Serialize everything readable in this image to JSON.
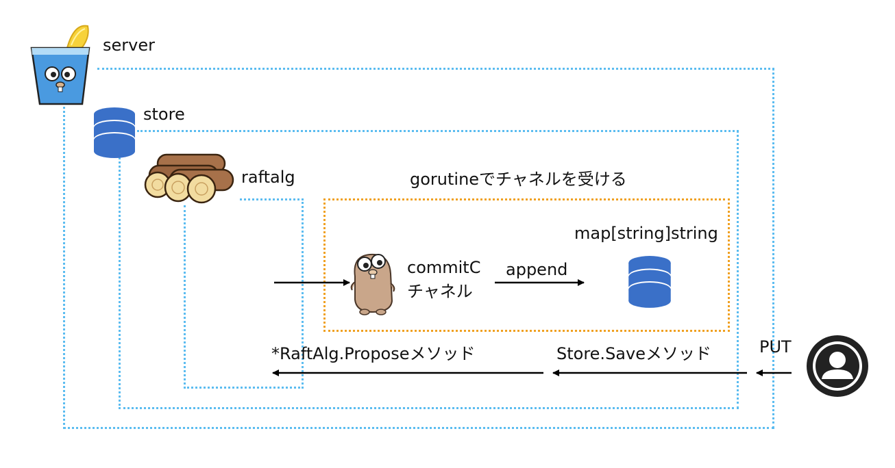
{
  "labels": {
    "server": "server",
    "store": "store",
    "raftalg": "raftalg",
    "goroutine": "gorutineでチャネルを受ける",
    "map": "map[string]string",
    "commit_line1": "commitC",
    "commit_line2": "チャネル",
    "append": "append",
    "propose": "*RaftAlg.Proposeメソッド",
    "save": "Store.Saveメソッド",
    "put": "PUT"
  },
  "icons": {
    "server": "gopher-in-glass-icon",
    "store": "database-icon",
    "raftalg": "logs-icon",
    "gopher": "gopher-icon",
    "map": "database-icon",
    "user": "user-icon"
  },
  "colors": {
    "server_border": "#5bbcf0",
    "goroutine_border": "#f0a020",
    "database": "#3a70c8",
    "arrow": "#000000"
  }
}
